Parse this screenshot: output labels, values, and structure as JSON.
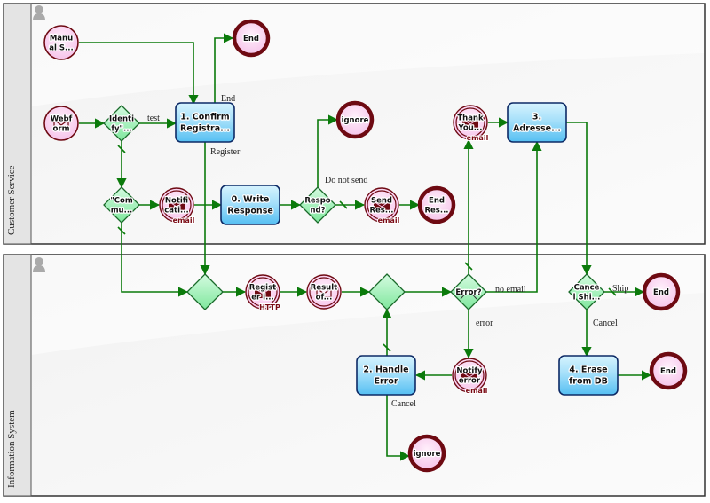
{
  "lanes": [
    {
      "id": "cs",
      "label": "Customer Service"
    },
    {
      "id": "is",
      "label": "Information System"
    }
  ],
  "colors": {
    "flow": "#0b7a0b",
    "event_border": "#6e0a12",
    "event_fill": "#fcd6f2",
    "task_border": "#0d2a66",
    "task_fill_top": "#d2f1fd",
    "task_fill_bottom": "#5bc2f2",
    "gateway_fill": "#9ef2b6",
    "gateway_border": "#1a6a2a"
  },
  "nodes": [
    {
      "id": "manual",
      "type": "start",
      "lines": [
        "Manu",
        "al S..."
      ]
    },
    {
      "id": "end1",
      "type": "end",
      "lines": [
        "End"
      ]
    },
    {
      "id": "webform",
      "type": "start",
      "lines": [
        "Webf",
        "orm"
      ],
      "marker": "envelope-open-icon"
    },
    {
      "id": "identify",
      "type": "gateway",
      "lines": [
        "Identi",
        "fy\"..."
      ]
    },
    {
      "id": "confirm",
      "type": "task",
      "lines": [
        "1. Confirm",
        "Registra..."
      ]
    },
    {
      "id": "comm",
      "type": "gateway",
      "lines": [
        "\"Com",
        "mu..."
      ]
    },
    {
      "id": "notification",
      "type": "intermediate",
      "lines": [
        "Notifi",
        "cati..."
      ],
      "marker": "envelope-icon",
      "tag": "email"
    },
    {
      "id": "write",
      "type": "task",
      "lines": [
        "0. Write",
        "Response"
      ]
    },
    {
      "id": "respond",
      "type": "gateway",
      "lines": [
        "Respo",
        "nd?"
      ]
    },
    {
      "id": "ignore1",
      "type": "end",
      "lines": [
        "ignore"
      ]
    },
    {
      "id": "sendres",
      "type": "intermediate",
      "lines": [
        "Send",
        "Res..."
      ],
      "marker": "envelope-icon",
      "tag": "email"
    },
    {
      "id": "endres",
      "type": "end",
      "lines": [
        "End",
        "Res..."
      ]
    },
    {
      "id": "thankyou",
      "type": "intermediate",
      "lines": [
        "Thank",
        "You..."
      ],
      "marker": "envelope-icon",
      "tag": "email"
    },
    {
      "id": "adresse",
      "type": "task",
      "lines": [
        "3.",
        "Adresse..."
      ]
    },
    {
      "id": "gw1",
      "type": "gateway",
      "lines": []
    },
    {
      "id": "register",
      "type": "intermediate",
      "lines": [
        "Regist",
        "er i..."
      ],
      "marker": "envelope-icon",
      "tag": "HTTP"
    },
    {
      "id": "result",
      "type": "intermediate",
      "lines": [
        "Result",
        "of..."
      ],
      "marker": "envelope-open-icon"
    },
    {
      "id": "gw2",
      "type": "gateway",
      "lines": []
    },
    {
      "id": "error",
      "type": "gateway",
      "lines": [
        "Error?"
      ]
    },
    {
      "id": "cancelship",
      "type": "gateway",
      "lines": [
        "Cance",
        "l Shi..."
      ]
    },
    {
      "id": "end2",
      "type": "end",
      "lines": [
        "End"
      ]
    },
    {
      "id": "handle",
      "type": "task",
      "lines": [
        "2. Handle",
        "Error"
      ]
    },
    {
      "id": "notifyerr",
      "type": "intermediate",
      "lines": [
        "Notify",
        "error"
      ],
      "marker": "envelope-icon",
      "tag": "email"
    },
    {
      "id": "erase",
      "type": "task",
      "lines": [
        "4. Erase",
        "from DB"
      ]
    },
    {
      "id": "end3",
      "type": "end",
      "lines": [
        "End"
      ]
    },
    {
      "id": "ignore2",
      "type": "end",
      "lines": [
        "ignore"
      ]
    }
  ],
  "edges": [
    {
      "from": "manual",
      "to": "confirm",
      "label": ""
    },
    {
      "from": "confirm",
      "to": "end1",
      "label": "End"
    },
    {
      "from": "webform",
      "to": "identify",
      "label": ""
    },
    {
      "from": "identify",
      "to": "confirm",
      "label": "test"
    },
    {
      "from": "identify",
      "to": "comm",
      "label": ""
    },
    {
      "from": "comm",
      "to": "notification",
      "label": ""
    },
    {
      "from": "notification",
      "to": "write",
      "label": ""
    },
    {
      "from": "write",
      "to": "respond",
      "label": ""
    },
    {
      "from": "respond",
      "to": "ignore1",
      "label": "Do not send"
    },
    {
      "from": "respond",
      "to": "sendres",
      "label": ""
    },
    {
      "from": "sendres",
      "to": "endres",
      "label": ""
    },
    {
      "from": "confirm",
      "to": "gw1",
      "label": "Register"
    },
    {
      "from": "comm",
      "to": "gw1",
      "label": ""
    },
    {
      "from": "gw1",
      "to": "register",
      "label": ""
    },
    {
      "from": "register",
      "to": "result",
      "label": ""
    },
    {
      "from": "result",
      "to": "gw2",
      "label": ""
    },
    {
      "from": "gw2",
      "to": "error",
      "label": ""
    },
    {
      "from": "error",
      "to": "thankyou",
      "label": ""
    },
    {
      "from": "error",
      "to": "adresse",
      "label": "no email"
    },
    {
      "from": "error",
      "to": "notifyerr",
      "label": "error"
    },
    {
      "from": "notifyerr",
      "to": "handle",
      "label": ""
    },
    {
      "from": "handle",
      "to": "gw2",
      "label": ""
    },
    {
      "from": "handle",
      "to": "ignore2",
      "label": "Cancel"
    },
    {
      "from": "thankyou",
      "to": "adresse",
      "label": ""
    },
    {
      "from": "adresse",
      "to": "cancelship",
      "label": ""
    },
    {
      "from": "cancelship",
      "to": "end2",
      "label": "Ship"
    },
    {
      "from": "cancelship",
      "to": "erase",
      "label": "Cancel"
    },
    {
      "from": "erase",
      "to": "end3",
      "label": ""
    }
  ]
}
